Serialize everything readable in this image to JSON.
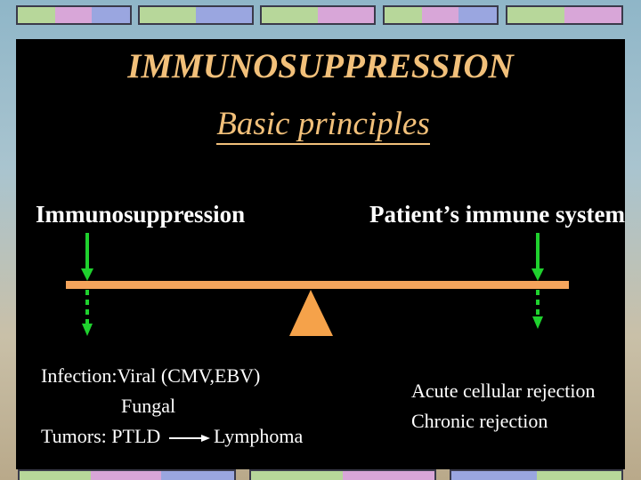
{
  "colors": {
    "title": "#f2c07a",
    "beam": "#f4a45c",
    "fulcrum": "#f5a24a",
    "arrow": "#1fd12e",
    "slide_bg": "#000000"
  },
  "title": "IMMUNOSUPPRESSION",
  "subtitle": "Basic principles",
  "left_label": "Immunosuppression",
  "right_label": "Patient’s immune system",
  "left_outcomes": {
    "infection": "Infection:Viral (CMV,EBV)",
    "fungal": "Fungal",
    "tumors": "Tumors: PTLD",
    "lymphoma": "Lymphoma"
  },
  "right_outcomes": {
    "acute": "Acute cellular rejection",
    "chronic": "Chronic rejection"
  }
}
